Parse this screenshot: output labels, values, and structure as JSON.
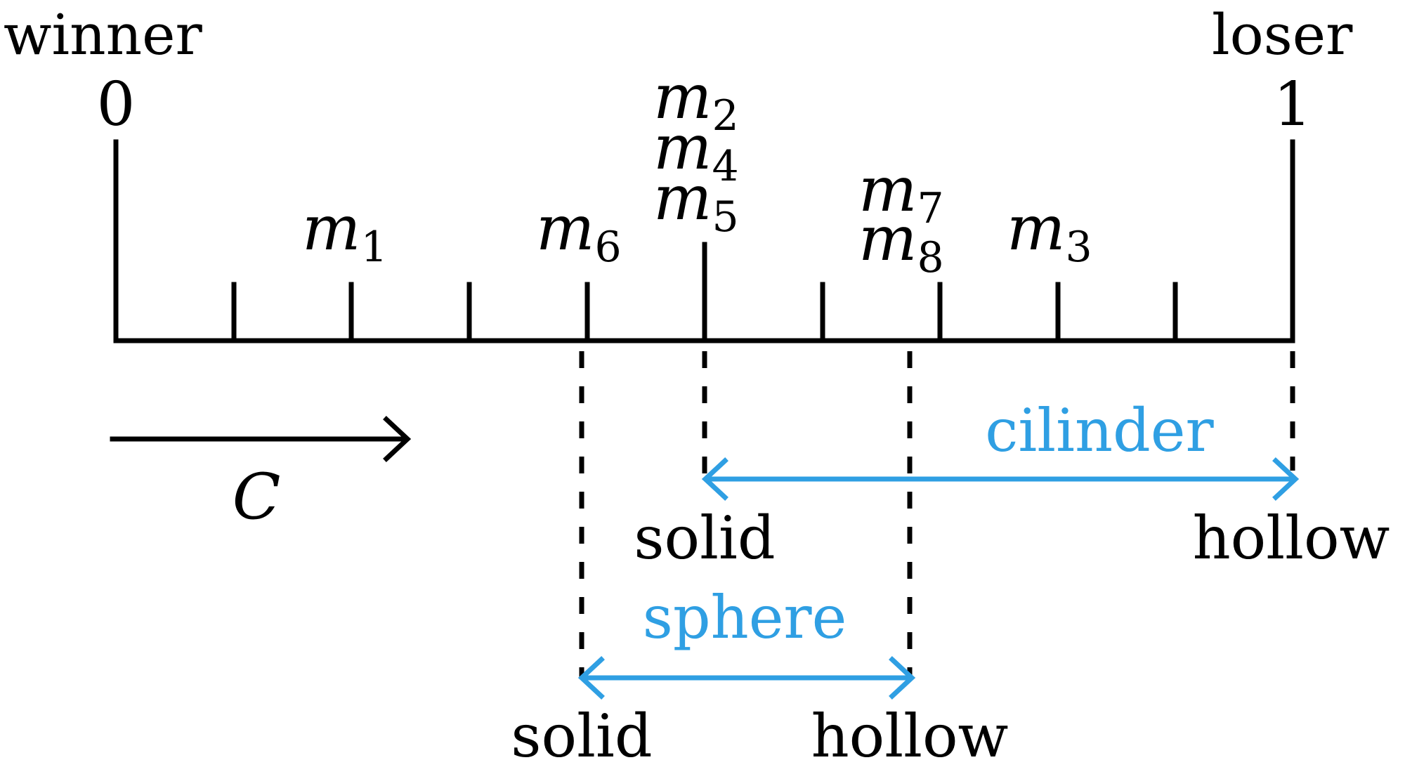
{
  "labels": {
    "winner": "winner",
    "loser": "loser",
    "zero": "0",
    "one": "1",
    "arrow_symbol": "C",
    "mass_letter": "m",
    "cylinder": "cilinder",
    "sphere": "sphere",
    "cylinder_solid": "solid",
    "cylinder_hollow": "hollow",
    "sphere_solid": "solid",
    "sphere_hollow": "hollow"
  },
  "masses": [
    {
      "id": "m1",
      "sub": "1"
    },
    {
      "id": "m6",
      "sub": "6"
    },
    {
      "id": "m2",
      "sub": "2"
    },
    {
      "id": "m4",
      "sub": "4"
    },
    {
      "id": "m5",
      "sub": "5"
    },
    {
      "id": "m7",
      "sub": "7"
    },
    {
      "id": "m8",
      "sub": "8"
    },
    {
      "id": "m3",
      "sub": "3"
    }
  ],
  "colors": {
    "ink": "#000000",
    "accent": "#2f9fe3"
  }
}
